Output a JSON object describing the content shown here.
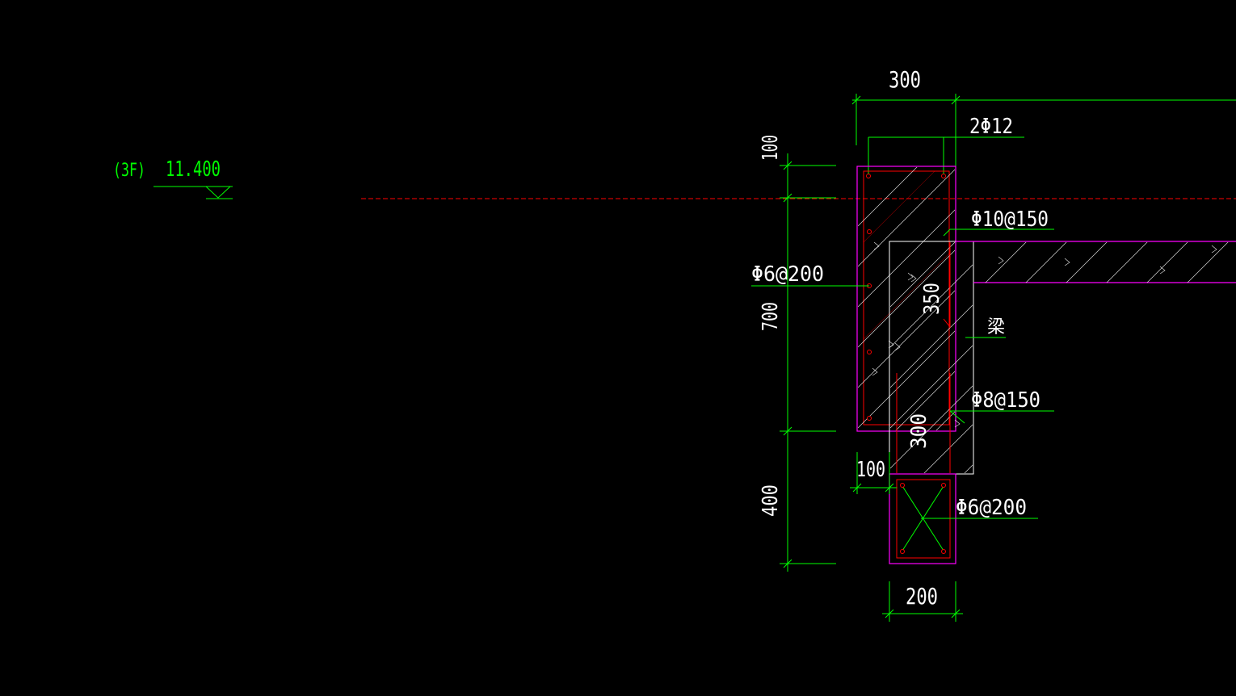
{
  "level_marker": {
    "floor_tag": "(3F)",
    "elevation": "11.400"
  },
  "dimensions": {
    "top_width": "300",
    "left_upper": "100",
    "left_middle": "700",
    "left_lower": "400",
    "beam_depth": "350",
    "gap_depth": "300",
    "offset": "100",
    "bottom_width": "200"
  },
  "rebar_labels": {
    "top_bars": "2Φ12",
    "stirrup_upper": "Φ10@150",
    "distribution_left": "Φ6@200",
    "stirrup_lower": "Φ8@150",
    "stirrup_bottom": "Φ6@200"
  },
  "member_label": "梁",
  "colors": {
    "background": "#000000",
    "dimension": "#00ff00",
    "text": "#ffffff",
    "outline": "#ff00ff",
    "rebar": "#ff0000",
    "datum_line": "#ff0000"
  }
}
